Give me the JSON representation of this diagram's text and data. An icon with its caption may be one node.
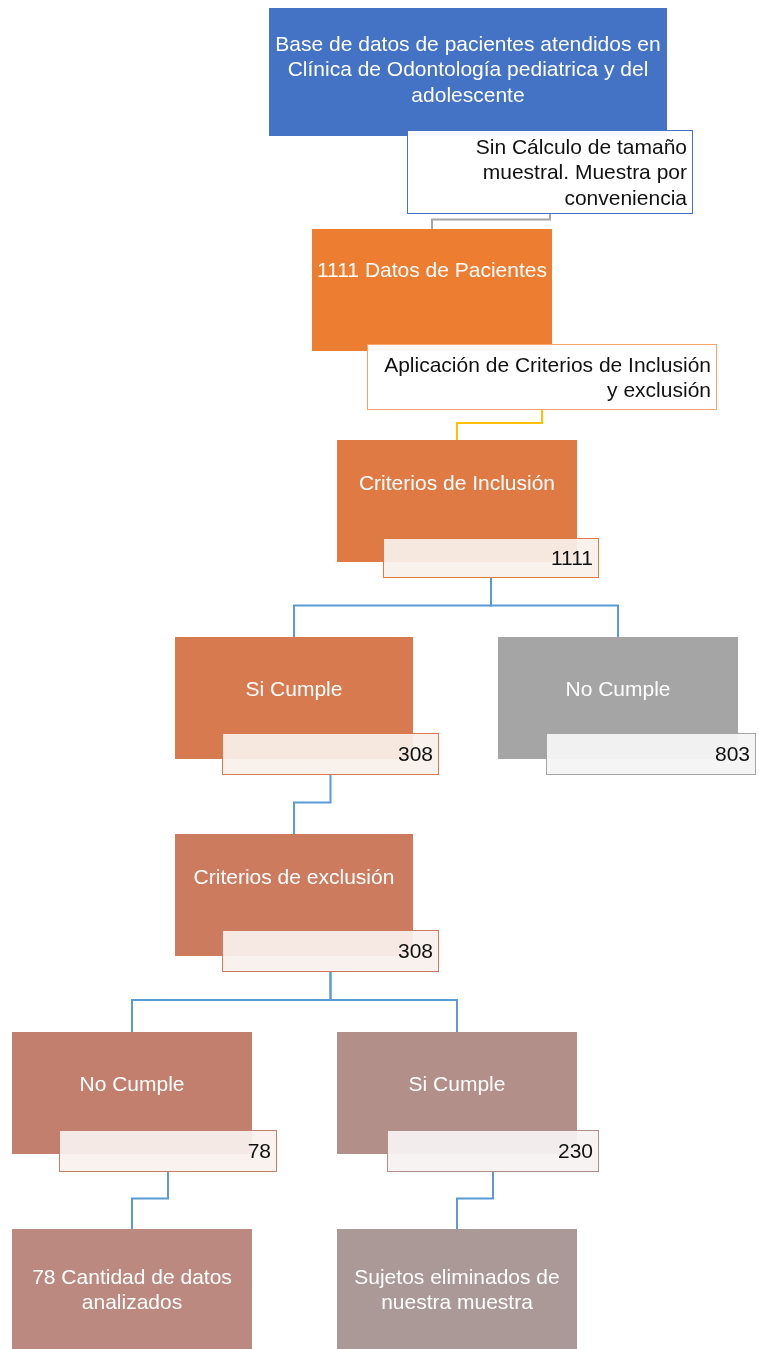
{
  "diagram": {
    "nodes": [
      {
        "text": [
          "Base de datos de pacientes atendidos en Clínica de Odontología pediatrica y del adolescente"
        ]
      },
      {
        "text": [
          "Sin Cálculo de tamaño muestral. Muestra por conveniencia"
        ]
      },
      {
        "text": [
          "1111 Datos de Pacientes"
        ]
      },
      {
        "text": [
          "Aplicación de Criterios de Inclusión y exclusión"
        ]
      },
      {
        "text": [
          "Criterios de Inclusión"
        ]
      },
      {
        "text": [
          "1111"
        ]
      },
      {
        "text": [
          "Si Cumple"
        ]
      },
      {
        "text": [
          "308"
        ]
      },
      {
        "text": [
          "No Cumple"
        ]
      },
      {
        "text": [
          "803"
        ]
      },
      {
        "text": [
          "Criterios de exclusión"
        ]
      },
      {
        "text": [
          "308"
        ]
      },
      {
        "text": [
          "No Cumple"
        ]
      },
      {
        "text": [
          "78"
        ]
      },
      {
        "text": [
          "Si Cumple"
        ]
      },
      {
        "text": [
          "230"
        ]
      },
      {
        "text": [
          "78 Cantidad de datos analizados"
        ]
      },
      {
        "text": [
          "Sujetos eliminados de nuestra muestra"
        ]
      }
    ],
    "edges": [
      {
        "from": 1,
        "to": 2,
        "arrow": "none",
        "color": "#a5a5a5"
      },
      {
        "from": 3,
        "to": 4,
        "arrow": "none",
        "color": "#ffc000"
      },
      {
        "from": 5,
        "to": 6,
        "arrow": "none"
      },
      {
        "from": 5,
        "to": 8,
        "arrow": "none"
      },
      {
        "from": 7,
        "to": 10,
        "arrow": "none"
      },
      {
        "from": 11,
        "to": 12,
        "arrow": "none"
      },
      {
        "from": 11,
        "to": 14,
        "arrow": "none"
      },
      {
        "from": 13,
        "to": 16,
        "arrow": "none"
      },
      {
        "from": 15,
        "to": 17,
        "arrow": "none"
      }
    ]
  }
}
